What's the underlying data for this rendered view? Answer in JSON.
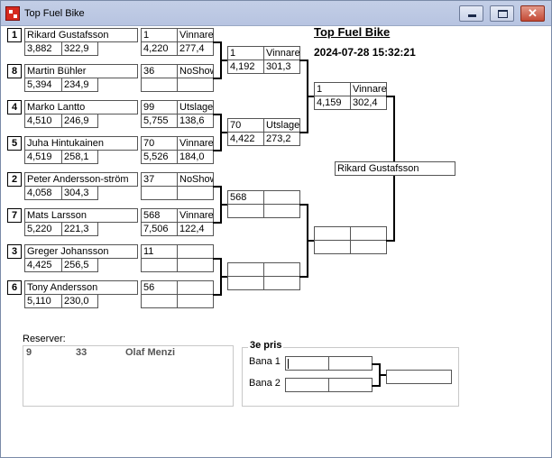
{
  "window": {
    "title": "Top Fuel Bike"
  },
  "header": {
    "event_title": "Top Fuel Bike",
    "datetime": "2024-07-28 15:32:21"
  },
  "round1": [
    {
      "seed": "1",
      "name": "Rikard Gustafsson",
      "time": "3,882",
      "speed": "322,9"
    },
    {
      "seed": "8",
      "name": "Martin Bühler",
      "time": "5,394",
      "speed": "234,9"
    },
    {
      "seed": "4",
      "name": "Marko Lantto",
      "time": "4,510",
      "speed": "246,9"
    },
    {
      "seed": "5",
      "name": "Juha Hintukainen",
      "time": "4,519",
      "speed": "258,1"
    },
    {
      "seed": "2",
      "name": "Peter Andersson-ström",
      "time": "4,058",
      "speed": "304,3"
    },
    {
      "seed": "7",
      "name": "Mats Larsson",
      "time": "5,220",
      "speed": "221,3"
    },
    {
      "seed": "3",
      "name": "Greger Johansson",
      "time": "4,425",
      "speed": "256,5"
    },
    {
      "seed": "6",
      "name": "Tony Andersson",
      "time": "5,110",
      "speed": "230,0"
    }
  ],
  "round2": [
    {
      "num": "1",
      "status": "Vinnare",
      "time": "4,220",
      "speed": "277,4"
    },
    {
      "num": "36",
      "status": "NoShow",
      "time": "",
      "speed": ""
    },
    {
      "num": "99",
      "status": "Utslagen",
      "time": "5,755",
      "speed": "138,6"
    },
    {
      "num": "70",
      "status": "Vinnare",
      "time": "5,526",
      "speed": "184,0"
    },
    {
      "num": "37",
      "status": "NoShow",
      "time": "",
      "speed": ""
    },
    {
      "num": "568",
      "status": "Vinnare",
      "time": "7,506",
      "speed": "122,4"
    },
    {
      "num": "11",
      "status": "",
      "time": "",
      "speed": ""
    },
    {
      "num": "56",
      "status": "",
      "time": "",
      "speed": ""
    }
  ],
  "round3": [
    {
      "num": "1",
      "status": "Vinnare",
      "time": "4,192",
      "speed": "301,3"
    },
    {
      "num": "70",
      "status": "Utslagen",
      "time": "4,422",
      "speed": "273,2"
    },
    {
      "num": "568",
      "status": "",
      "time": "",
      "speed": ""
    },
    {
      "num": "",
      "status": "",
      "time": "",
      "speed": ""
    }
  ],
  "round4": [
    {
      "num": "1",
      "status": "Vinnare",
      "time": "4,159",
      "speed": "302,4"
    },
    {
      "num": "",
      "status": "",
      "time": "",
      "speed": ""
    }
  ],
  "winner": {
    "name": "Rikard Gustafsson"
  },
  "reserves": {
    "label": "Reserver:",
    "items": [
      {
        "seed": "9",
        "num": "33",
        "name": "Olaf Menzi"
      }
    ]
  },
  "third_place": {
    "title": "3e pris",
    "lane1_label": "Bana 1",
    "lane2_label": "Bana 2"
  }
}
